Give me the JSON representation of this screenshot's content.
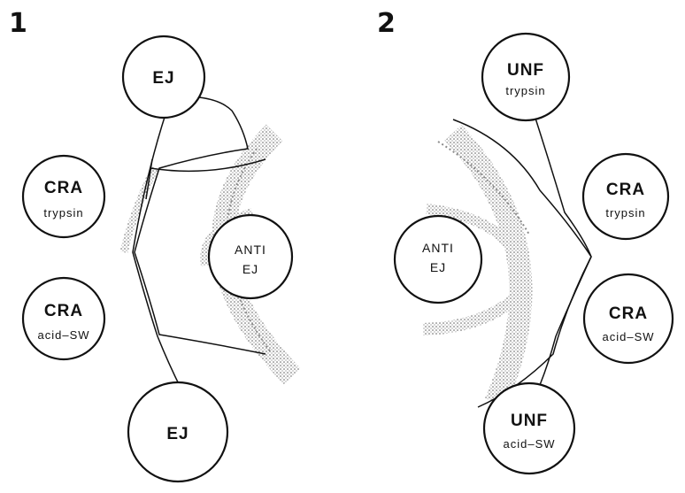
{
  "panels": [
    {
      "number": "1",
      "wells": [
        {
          "main": "EJ",
          "sub": ""
        },
        {
          "main": "CRA",
          "sub": "trypsin"
        },
        {
          "main": "CRA",
          "sub": "acid–SW"
        },
        {
          "main": "EJ",
          "sub": ""
        }
      ],
      "center": {
        "line1": "ANTI",
        "line2": "EJ"
      }
    },
    {
      "number": "2",
      "wells": [
        {
          "main": "UNF",
          "sub": "trypsin"
        },
        {
          "main": "CRA",
          "sub": "trypsin"
        },
        {
          "main": "CRA",
          "sub": "acid–SW"
        },
        {
          "main": "UNF",
          "sub": "acid–SW"
        }
      ],
      "center": {
        "line1": "ANTI",
        "line2": "EJ"
      }
    }
  ],
  "colors": {
    "ink": "#111111",
    "stipple": "#8a8a8a",
    "background": "#ffffff"
  }
}
